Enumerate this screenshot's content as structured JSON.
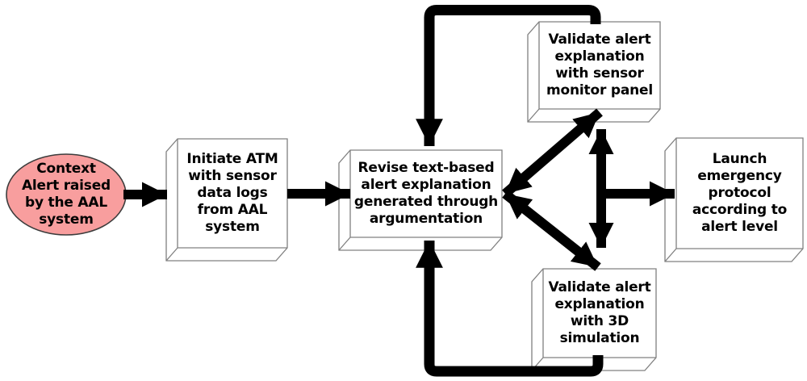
{
  "diagram": {
    "type": "flowchart",
    "nodes": {
      "context_alert": {
        "shape": "ellipse",
        "label": "Context\nAlert raised\nby the AAL\nsystem"
      },
      "initiate_atm": {
        "shape": "box3d",
        "label": "Initiate ATM\nwith sensor\ndata logs\nfrom AAL\nsystem"
      },
      "revise_explanation": {
        "shape": "box3d",
        "label": "Revise text-based\nalert explanation\ngenerated through\nargumentation"
      },
      "validate_sensor_panel": {
        "shape": "box3d",
        "label": "Validate alert\nexplanation\nwith sensor\nmonitor panel"
      },
      "validate_3d_simulation": {
        "shape": "box3d",
        "label": "Validate alert\nexplanation\nwith 3D\nsimulation"
      },
      "launch_protocol": {
        "shape": "box3d",
        "label": "Launch\nemergency\nprotocol\naccording to\nalert level"
      }
    },
    "edges": [
      {
        "from": "context_alert",
        "to": "initiate_atm",
        "style": "single-arrow"
      },
      {
        "from": "initiate_atm",
        "to": "revise_explanation",
        "style": "single-arrow"
      },
      {
        "from": "revise_explanation",
        "to": "validate_sensor_panel",
        "style": "double-arrow-diagonal"
      },
      {
        "from": "revise_explanation",
        "to": "validate_3d_simulation",
        "style": "double-arrow-diagonal"
      },
      {
        "from": "validate_sensor_panel",
        "to": "validate_3d_simulation",
        "style": "double-arrow-vertical"
      },
      {
        "from": "validation-junction",
        "to": "launch_protocol",
        "style": "single-arrow"
      },
      {
        "from": "validate_sensor_panel",
        "to": "revise_explanation",
        "style": "feedback-loop-top"
      },
      {
        "from": "validate_3d_simulation",
        "to": "revise_explanation",
        "style": "feedback-loop-bottom"
      }
    ]
  },
  "colors": {
    "background": "#FFFFFF",
    "ellipse_fill": "#F89E9E",
    "ellipse_stroke": "#3C3C3C",
    "box_fill": "#FFFFFF",
    "box_stroke": "#808080",
    "arrow": "#000000",
    "text": "#000000"
  }
}
